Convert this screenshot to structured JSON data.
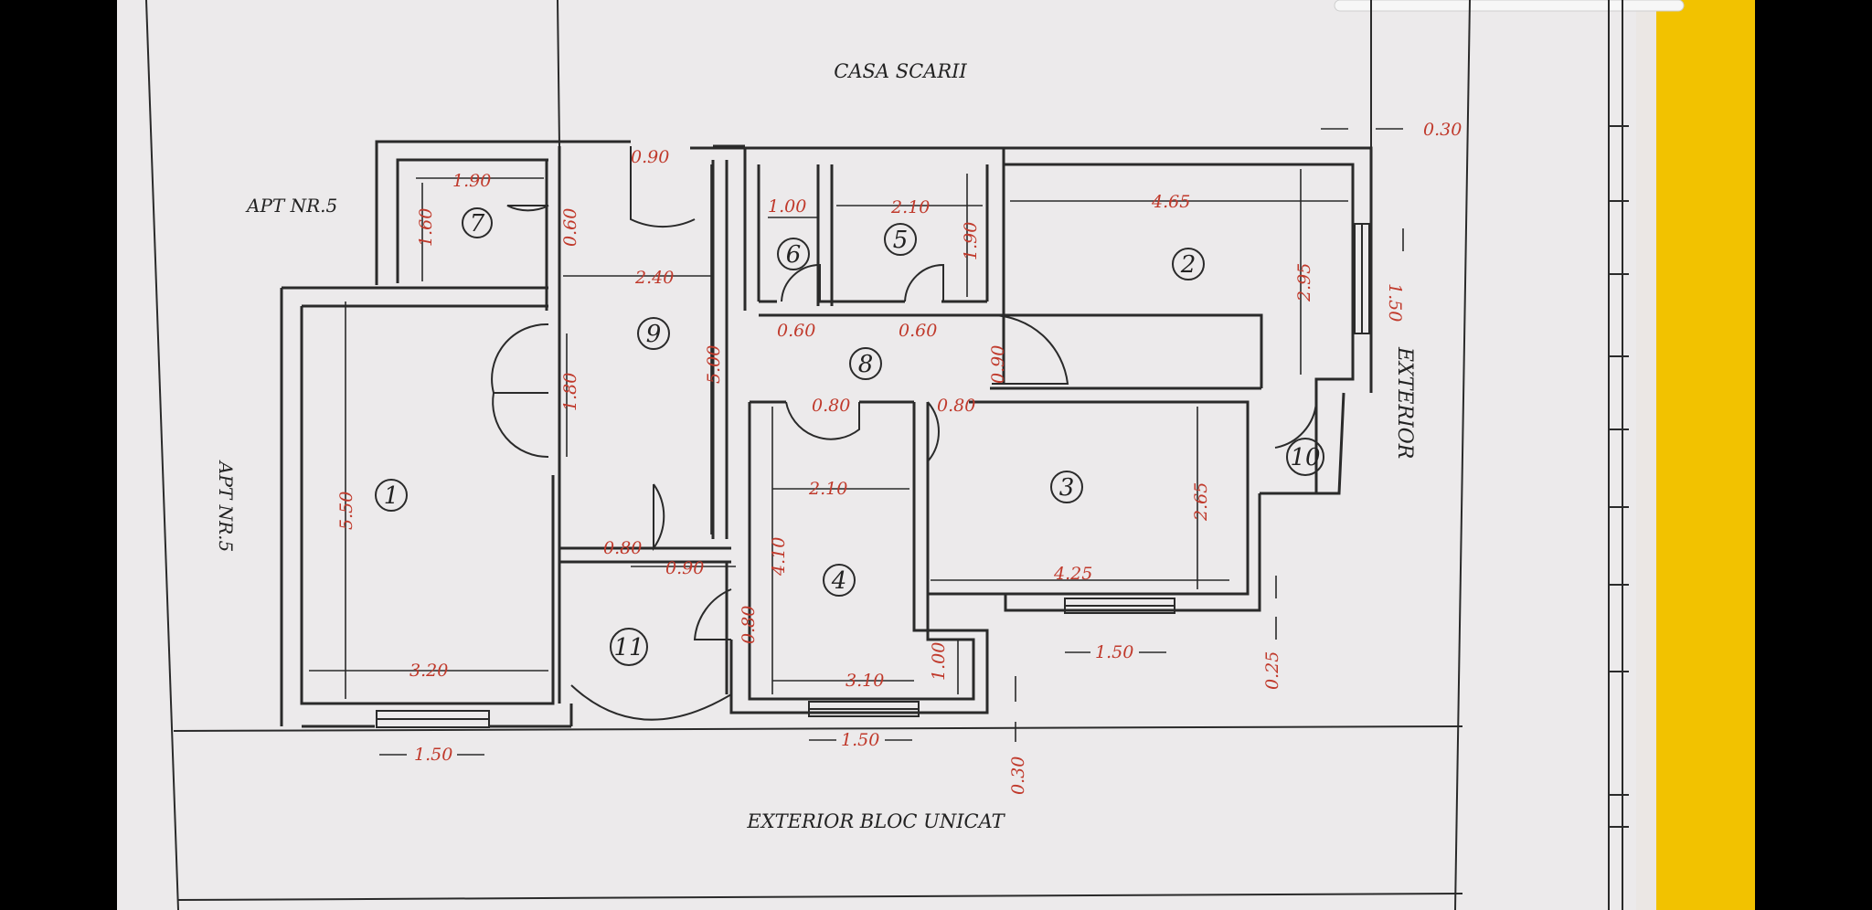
{
  "labels": {
    "top": "CASA SCARII",
    "left_top": "APT NR.5",
    "left_side": "APT NR.5",
    "right_side": "EXTERIOR",
    "bottom": "EXTERIOR BLOC UNICAT"
  },
  "rooms": [
    "1",
    "2",
    "3",
    "4",
    "5",
    "6",
    "7",
    "8",
    "9",
    "10",
    "11"
  ],
  "dimensions": {
    "d_0_30_top": "0.30",
    "d_0_90_top": "0.90",
    "d_1_90": "1.90",
    "d_1_60": "1.60",
    "d_0_60_v": "0.60",
    "d_1_00_top": "1.00",
    "d_2_10_top": "2.10",
    "d_1_90_v": "1.90",
    "d_4_65": "4.65",
    "d_2_95": "2.95",
    "d_1_50_right": "1.50",
    "d_2_40": "2.40",
    "d_5_00": "5.00",
    "d_0_60_a": "0.60",
    "d_0_60_b": "0.60",
    "d_0_90_v": "0.90",
    "d_1_80": "1.80",
    "d_0_80_a": "0.80",
    "d_0_80_b": "0.80",
    "d_5_50": "5.50",
    "d_2_10_mid": "2.10",
    "d_2_65": "2.65",
    "d_0_80_c": "0.80",
    "d_0_90_bot": "0.90",
    "d_4_10": "4.10",
    "d_4_25": "4.25",
    "d_0_80_v": "0.80",
    "d_1_00_v": "1.00",
    "d_3_20": "3.20",
    "d_3_10": "3.10",
    "d_1_50_b1": "1.50",
    "d_1_50_b2": "1.50",
    "d_1_50_b3": "1.50",
    "d_0_30_v": "0.30",
    "d_0_25": "0.25"
  },
  "colors": {
    "paper": "#eceaeb",
    "frame": "#000000",
    "ink": "#2a2a2a",
    "dimension": "#c0392b",
    "highlighter": "#f2c200"
  }
}
